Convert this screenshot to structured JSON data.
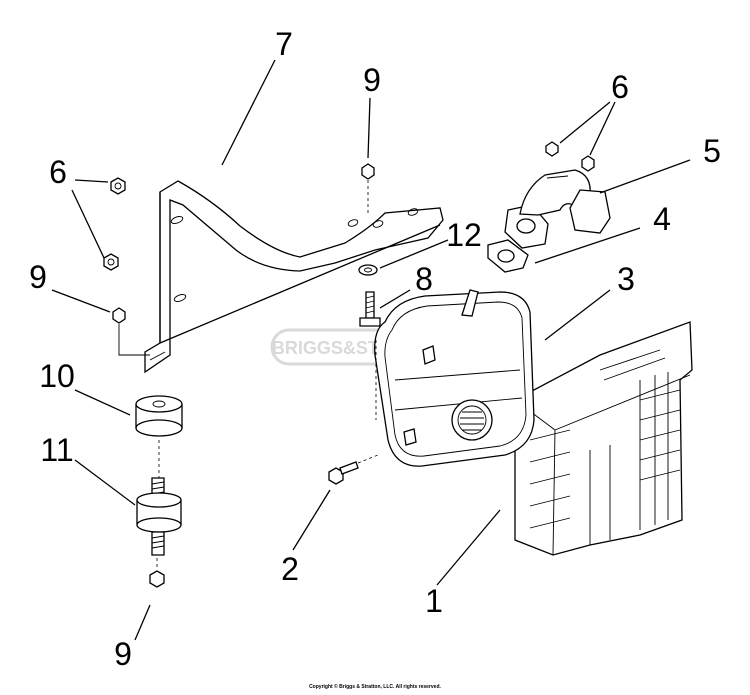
{
  "watermark": "BRIGGS&STRATTON",
  "copyright": "Copyright © Briggs & Stratton, LLC. All rights reserved.",
  "callouts": [
    {
      "id": "c7",
      "label": "7"
    },
    {
      "id": "c9a",
      "label": "9"
    },
    {
      "id": "c6a",
      "label": "6"
    },
    {
      "id": "c5",
      "label": "5"
    },
    {
      "id": "c6b",
      "label": "6"
    },
    {
      "id": "c4",
      "label": "4"
    },
    {
      "id": "c12",
      "label": "12"
    },
    {
      "id": "c3",
      "label": "3"
    },
    {
      "id": "c9b",
      "label": "9"
    },
    {
      "id": "c8",
      "label": "8"
    },
    {
      "id": "c10",
      "label": "10"
    },
    {
      "id": "c11",
      "label": "11"
    },
    {
      "id": "c2",
      "label": "2"
    },
    {
      "id": "c1",
      "label": "1"
    },
    {
      "id": "c9c",
      "label": "9"
    }
  ]
}
